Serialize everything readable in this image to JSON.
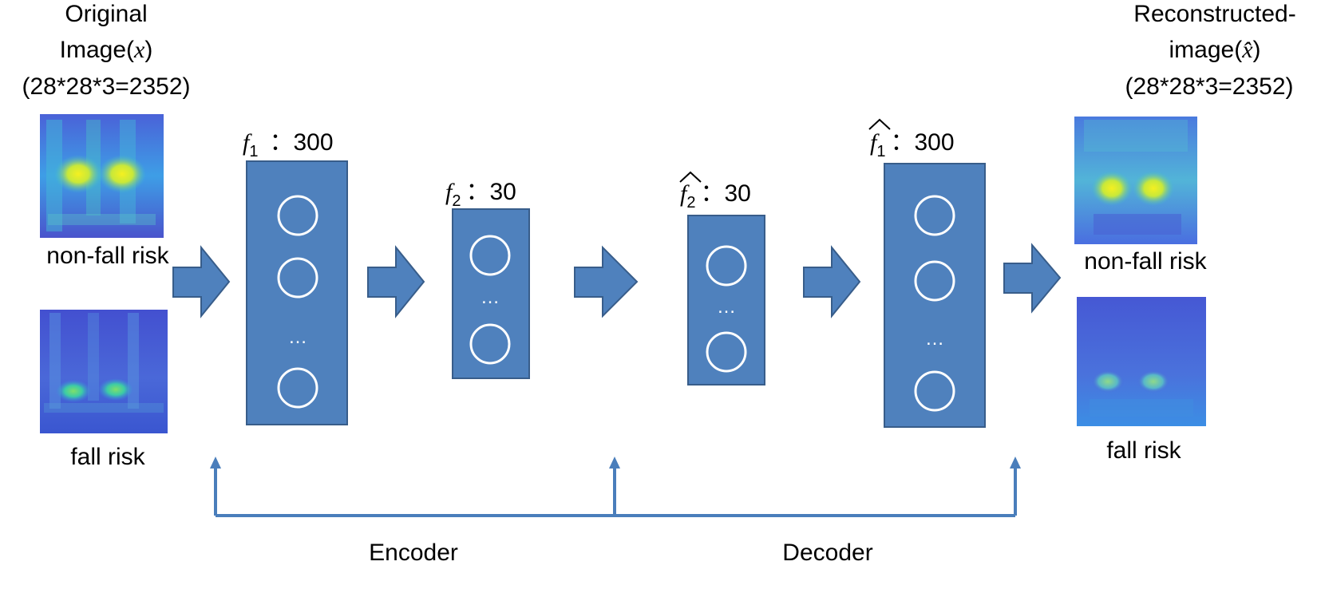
{
  "input": {
    "title_line1": "Original",
    "title_line2_prefix": "Image(",
    "title_line2_var": "x",
    "title_line2_suffix": ")",
    "size_label": "(28*28*3=2352)",
    "top_image_label": "non-fall risk",
    "bottom_image_label": "fall risk"
  },
  "output": {
    "title_line1": "Reconstructed-",
    "title_line2_prefix": "image(",
    "title_line2_var": "x̂",
    "title_line2_suffix": ")",
    "size_label": "(28*28*3=2352)",
    "top_image_label": "non-fall risk",
    "bottom_image_label": "fall risk"
  },
  "layers": [
    {
      "var": "f",
      "sub": "1",
      "hat": false,
      "sep": "：",
      "size": "300",
      "ellipsis": "…"
    },
    {
      "var": "f",
      "sub": "2",
      "hat": false,
      "sep": "：",
      "size": "30",
      "ellipsis": "…"
    },
    {
      "var": "f",
      "sub": "2",
      "hat": true,
      "sep": "：",
      "size": "30",
      "ellipsis": "…"
    },
    {
      "var": "f",
      "sub": "1",
      "hat": true,
      "sep": "：",
      "size": "300",
      "ellipsis": "…"
    }
  ],
  "encoder_label": "Encoder",
  "decoder_label": "Decoder",
  "colors": {
    "box_fill": "#4f81bd",
    "box_stroke": "#385d8a",
    "node_stroke": "#ffffff",
    "arrow_fill": "#4f81bd",
    "bracket": "#4a7ebb"
  }
}
